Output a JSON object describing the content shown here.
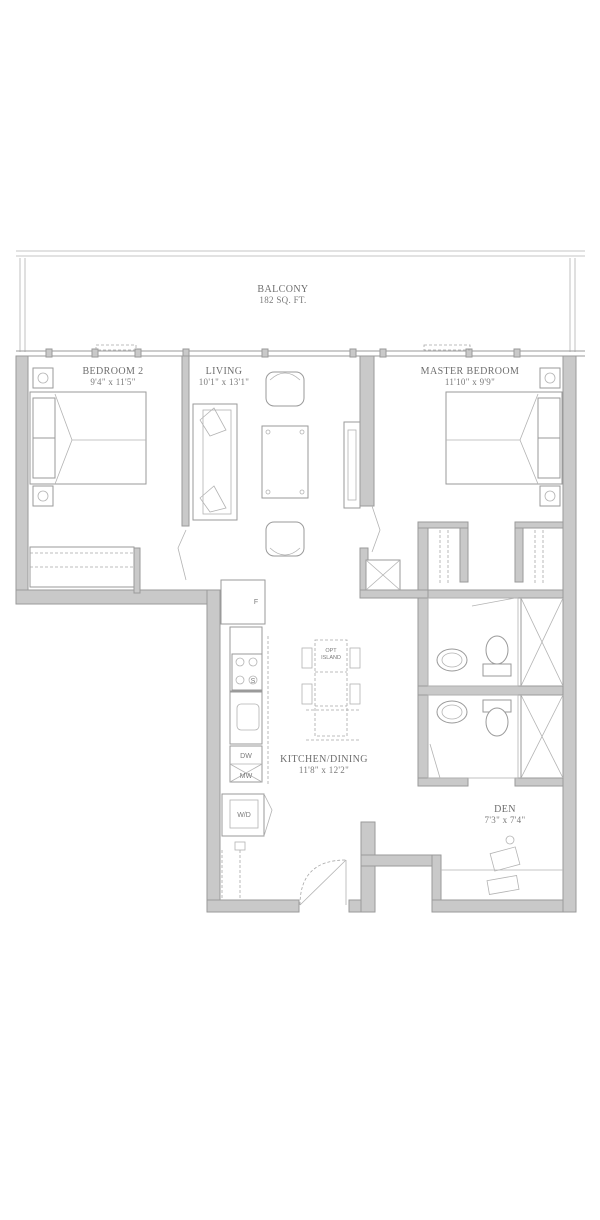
{
  "rooms": {
    "balcony": {
      "name": "BALCONY",
      "size": "182 SQ. FT."
    },
    "bedroom2": {
      "name": "BEDROOM 2",
      "size": "9'4\" x 11'5\""
    },
    "living": {
      "name": "LIVING",
      "size": "10'1\" x 13'1\""
    },
    "master": {
      "name": "MASTER BEDROOM",
      "size": "11'10\" x 9'9\""
    },
    "kitchen": {
      "name": "KITCHEN/DINING",
      "size": "11'8\" x 12'2\""
    },
    "den": {
      "name": "DEN",
      "size": "7'3\" x 7'4\""
    }
  },
  "fixtures": {
    "fridge": "F",
    "sink_mark": "S",
    "dishwasher": "DW",
    "microwave": "MW",
    "washer_dryer": "W/D",
    "island_line1": "OPT",
    "island_line2": "ISLAND"
  }
}
